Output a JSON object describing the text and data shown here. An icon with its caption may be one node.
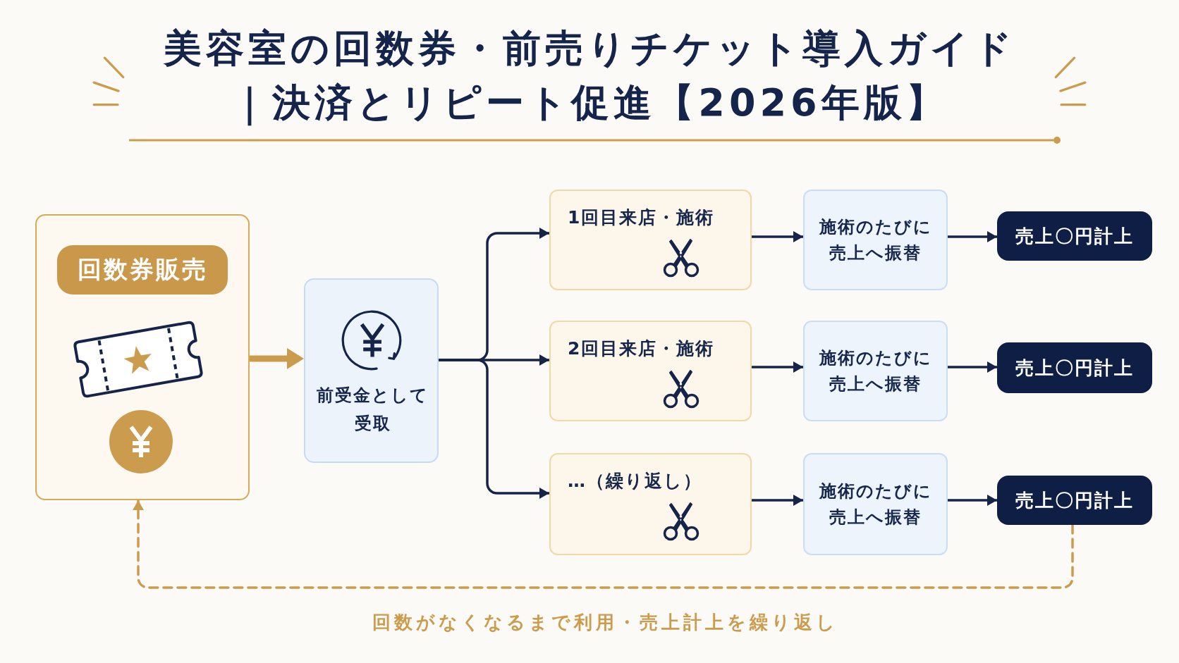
{
  "diagram": {
    "title": "美容室の回数券・前売りチケット導入ガイド｜決済とリピート促進【2026年版】",
    "nodes": [
      {
        "text": [],
        "shape": "box"
      },
      {
        "text": [
          "回数券販売"
        ],
        "in": 0
      },
      {
        "text": [
          "前受金として受取"
        ]
      },
      {
        "text": [
          "1回目来店・施術"
        ]
      },
      {
        "text": [
          "施術のたびに売上へ振替"
        ]
      },
      {
        "text": [
          "売上〇円計上"
        ]
      },
      {
        "text": [
          "2回目来店・施術"
        ]
      },
      {
        "text": [
          "施術のたびに売上へ振替"
        ]
      },
      {
        "text": [
          "売上〇円計上"
        ]
      },
      {
        "text": [
          "…（繰り返し）"
        ]
      },
      {
        "text": [
          "施術のたびに売上へ振替"
        ]
      },
      {
        "text": [
          "売上〇円計上"
        ]
      }
    ],
    "edges": [
      {
        "from": 0,
        "to": 2,
        "arrow": "to",
        "style": "thick",
        "color": "#cc9c4e"
      },
      {
        "from": 2,
        "to": 3,
        "arrow": "to"
      },
      {
        "from": 2,
        "to": 6,
        "arrow": "to"
      },
      {
        "from": 2,
        "to": 9,
        "arrow": "to"
      },
      {
        "from": 3,
        "to": 4,
        "arrow": "to"
      },
      {
        "from": 4,
        "to": 5,
        "arrow": "to"
      },
      {
        "from": 6,
        "to": 7,
        "arrow": "to"
      },
      {
        "from": 7,
        "to": 8,
        "arrow": "to"
      },
      {
        "from": 9,
        "to": 10,
        "arrow": "to"
      },
      {
        "from": 10,
        "to": 11,
        "arrow": "to"
      },
      {
        "from": 11,
        "to": 0,
        "arrow": "to",
        "style": "dashed",
        "color": "#cc9c4e",
        "label": "回数がなくなるまで利用・売上計上を繰り返し"
      }
    ]
  }
}
